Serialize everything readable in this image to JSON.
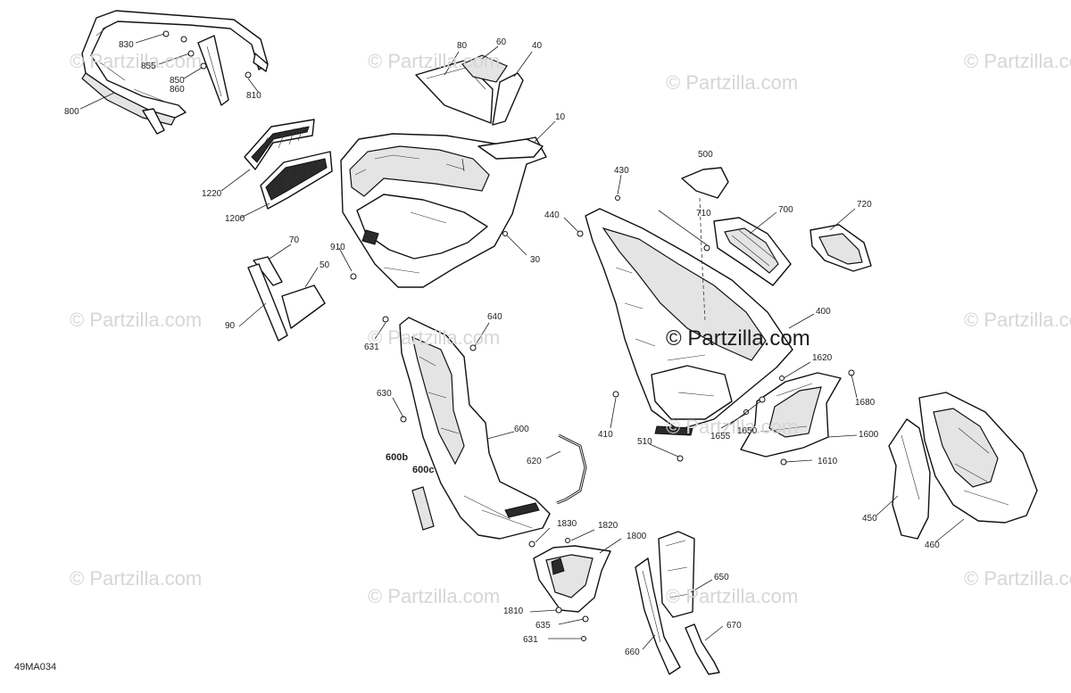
{
  "watermarks": [
    {
      "text": "© Partzilla.com"
    },
    {
      "text": "© Partzilla.com"
    },
    {
      "text": "© Partzilla.com"
    },
    {
      "text": "© Partzilla.com"
    },
    {
      "text": "© Partzilla.com"
    },
    {
      "text": "© Partzilla.com"
    },
    {
      "text": "© Partzilla.com"
    },
    {
      "text": "© Partzilla.com"
    },
    {
      "text": "© Partzilla.com"
    },
    {
      "text": "© Partzilla.com"
    },
    {
      "text": "© Partzilla.com"
    },
    {
      "text": "© Partzilla.com"
    }
  ],
  "main_watermark": "© Partzilla.com",
  "diagram_code": "49MA034",
  "part_labels": [
    "830",
    "855",
    "850",
    "860",
    "810",
    "800",
    "80",
    "60",
    "40",
    "10",
    "1220",
    "1200",
    "70",
    "50",
    "90",
    "910",
    "30",
    "430",
    "440",
    "500",
    "710",
    "700",
    "720",
    "400",
    "640",
    "631",
    "630",
    "600",
    "600b",
    "600c",
    "620",
    "410",
    "510",
    "1655",
    "1650",
    "1620",
    "1680",
    "1600",
    "1610",
    "450",
    "460",
    "1830",
    "1820",
    "1800",
    "1810",
    "635",
    "631",
    "650",
    "660",
    "670"
  ]
}
